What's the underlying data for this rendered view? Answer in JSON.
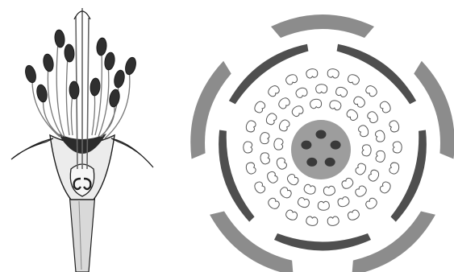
{
  "figure": {
    "panels": [
      {
        "name": "flower-longitudinal-section"
      },
      {
        "name": "floral-diagram"
      }
    ],
    "colors": {
      "background": "#ffffff",
      "sepal": "#8c8c8c",
      "petal": "#4f4f4f",
      "stamen_outline": "#555555",
      "gynoecium": "#9d9d9d",
      "ovule": "#3a3a3a",
      "drawing_ink": "#1e1e1e",
      "drawing_shade": "#d9d9d9"
    },
    "counts": {
      "sepals": 5,
      "petals": 5,
      "stamen_rings": 3,
      "carpels": 5
    }
  }
}
